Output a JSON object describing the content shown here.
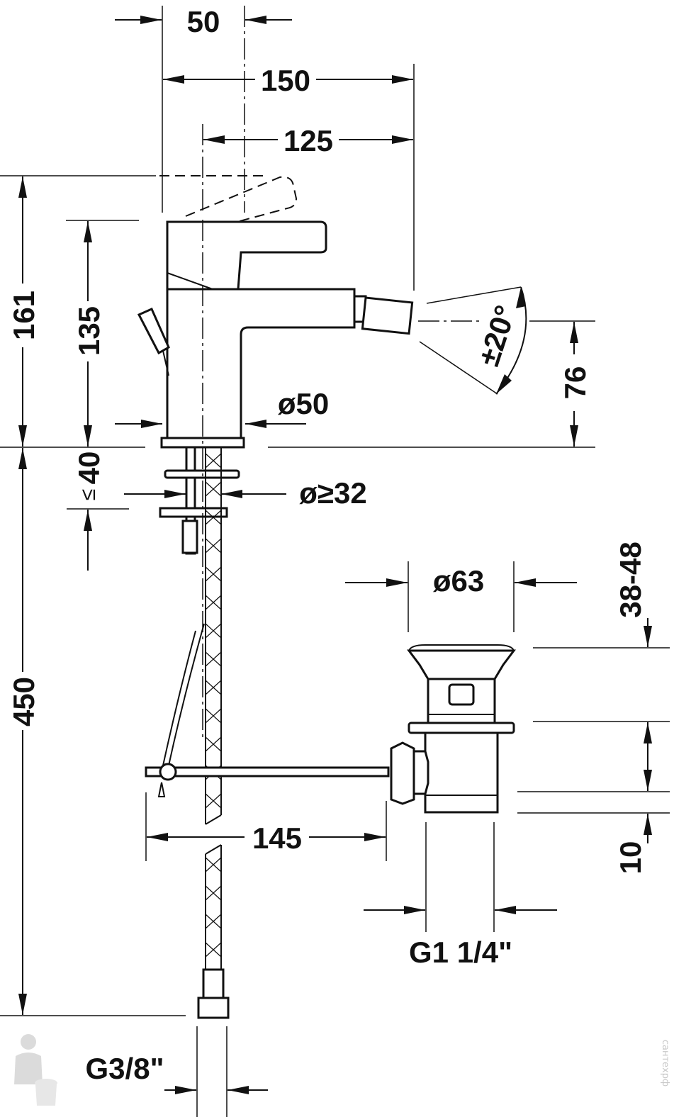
{
  "dimensions": {
    "d50": "50",
    "d150": "150",
    "d125": "125",
    "d161": "161",
    "d135": "135",
    "d40": "40",
    "le": "≤",
    "d76": "76",
    "dia50": "ø50",
    "dia32": "ø≥32",
    "angle": "±20°",
    "dia63": "ø63",
    "d38_48": "38-48",
    "d450": "450",
    "d145": "145",
    "d10": "10",
    "g114": "G1 1/4\"",
    "g38": "G3/8\""
  },
  "watermark": {
    "text": "сантехрф",
    "icon": "plumber-mascot-icon"
  },
  "colors": {
    "line": "#111111",
    "background": "#ffffff"
  }
}
